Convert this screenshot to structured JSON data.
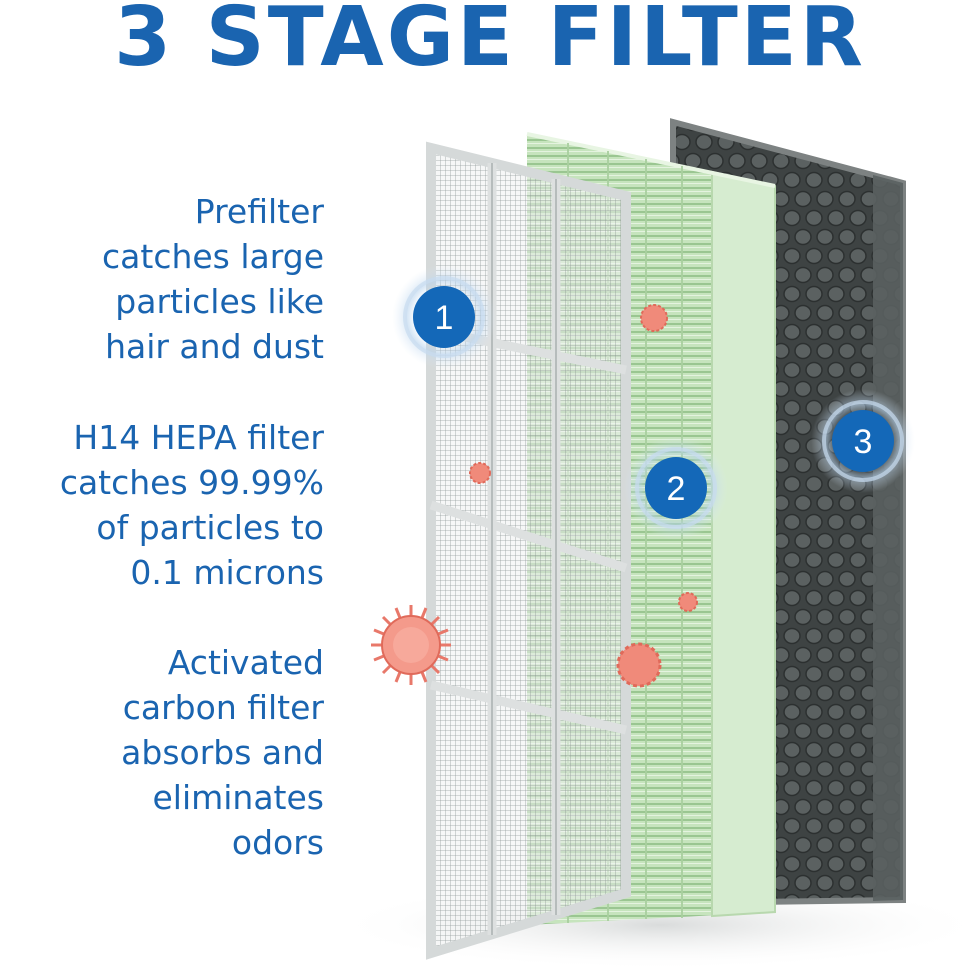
{
  "title": "3 STAGE FILTER",
  "stages": [
    {
      "number": "1",
      "lines": [
        "Prefilter",
        "catches large",
        "particles like",
        "hair and dust"
      ]
    },
    {
      "number": "2",
      "lines": [
        "H14 HEPA filter",
        "catches 99.99%",
        "of particles to",
        "0.1 microns"
      ]
    },
    {
      "number": "3",
      "lines": [
        "Activated",
        "carbon filter",
        "absorbs and",
        "eliminates",
        "odors"
      ]
    }
  ],
  "colors": {
    "accent": "#1a64b0",
    "badge": "#1468b8",
    "hepa_green": "#bfe0b5",
    "carbon": "#4a4f4f",
    "particle": "#f08a7a"
  },
  "icons": [
    "number-badge-icon",
    "particle-icon",
    "virus-icon"
  ]
}
